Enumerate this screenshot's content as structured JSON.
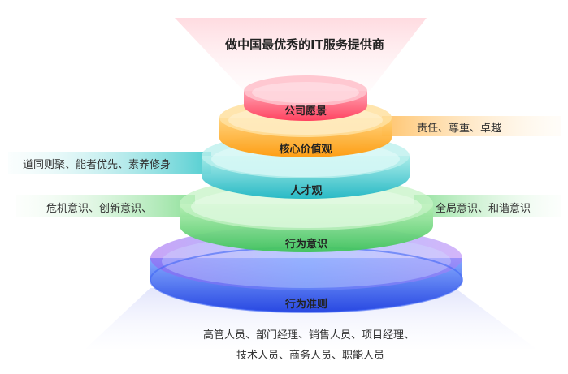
{
  "title": "做中国最优秀的IT服务提供商",
  "layers": [
    {
      "label": "公司愿景",
      "color": "#ff4e6a"
    },
    {
      "label": "核心价值观",
      "color": "#ffa21a"
    },
    {
      "label": "人才观",
      "color": "#2bc4c1"
    },
    {
      "label": "行为意识",
      "color": "#5ad06a"
    },
    {
      "label": "行为准则",
      "color": "#2c5ff0"
    }
  ],
  "notes": {
    "core_values": "责任、尊重、卓越",
    "talent": "道同则聚、能者优先、素养修身",
    "awareness_left": "危机意识、创新意识、",
    "awareness_right": "全局意识、和谐意识"
  },
  "audience": {
    "line1": "高管人员、部门经理、销售人员、项目经理、",
    "line2": "技术人员、商务人员、职能人员"
  }
}
